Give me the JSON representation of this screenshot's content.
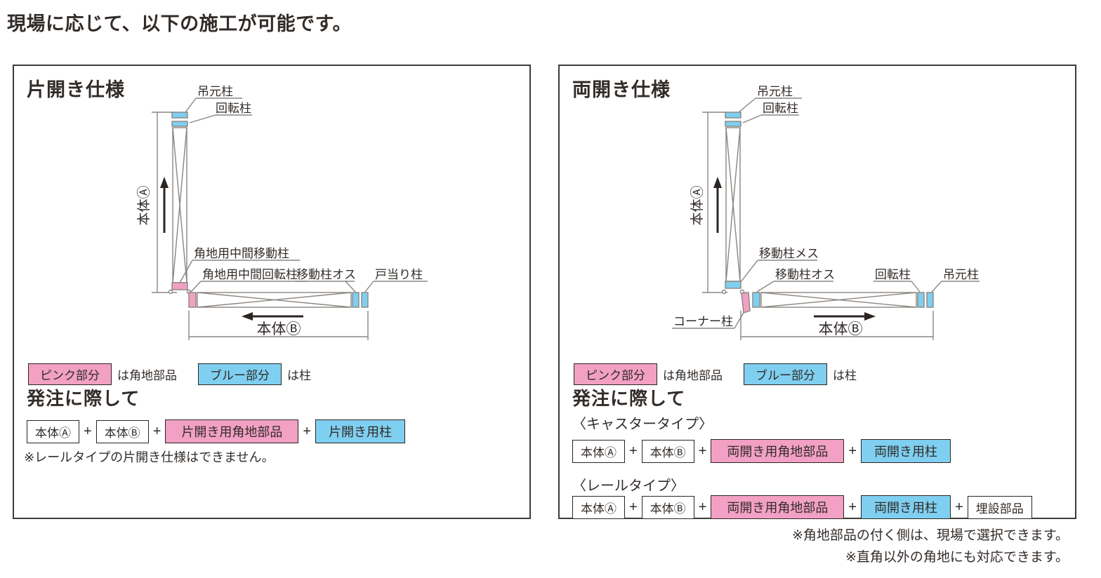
{
  "title": "現場に応じて、以下の施工が可能です。",
  "shared": {
    "plus": "+",
    "order_heading": "発注に際して",
    "legend": {
      "pink_label": "ピンク部分",
      "pink_desc": "は角地部品",
      "blue_label": "ブルー部分",
      "blue_desc": "は柱"
    }
  },
  "colors": {
    "pink": "#F2A0C4",
    "blue": "#7FCFF0",
    "diagram_line": "#8B8580",
    "text": "#322C29"
  },
  "left_panel": {
    "title": "片開き仕様",
    "labels": {
      "tsurimoto_bashira": "吊元柱",
      "kaiten_bashira": "回転柱",
      "hontai_a": "本体Ⓐ",
      "kakuchi_chukan_ido_bashira": "角地用中間移動柱",
      "kakuchi_chukan_kaiten_bashira": "角地用中間回転柱",
      "ido_bashira_osu": "移動柱オス",
      "toatari_bashira": "戸当り柱",
      "hontai_b": "本体Ⓑ"
    },
    "order": {
      "items": [
        {
          "label": "本体Ⓐ",
          "type": "plain"
        },
        {
          "label": "本体Ⓑ",
          "type": "plain"
        },
        {
          "label": "片開き用角地部品",
          "type": "pink"
        },
        {
          "label": "片開き用柱",
          "type": "blue"
        }
      ],
      "note": "※レールタイプの片開き仕様はできません。"
    }
  },
  "right_panel": {
    "title": "両開き仕様",
    "labels": {
      "tsurimoto_bashira_top": "吊元柱",
      "kaiten_bashira_top": "回転柱",
      "hontai_a": "本体Ⓐ",
      "ido_bashira_mesu": "移動柱メス",
      "ido_bashira_osu": "移動柱オス",
      "kaiten_bashira_right": "回転柱",
      "tsurimoto_bashira_right": "吊元柱",
      "corner_bashira": "コーナー柱",
      "hontai_b": "本体Ⓑ"
    },
    "order": {
      "caster_heading": "〈キャスタータイプ〉",
      "caster_items": [
        {
          "label": "本体Ⓐ",
          "type": "plain"
        },
        {
          "label": "本体Ⓑ",
          "type": "plain"
        },
        {
          "label": "両開き用角地部品",
          "type": "pink"
        },
        {
          "label": "両開き用柱",
          "type": "blue"
        }
      ],
      "rail_heading": "〈レールタイプ〉",
      "rail_items": [
        {
          "label": "本体Ⓐ",
          "type": "plain"
        },
        {
          "label": "本体Ⓑ",
          "type": "plain"
        },
        {
          "label": "両開き用角地部品",
          "type": "pink"
        },
        {
          "label": "両開き用柱",
          "type": "blue"
        },
        {
          "label": "埋設部品",
          "type": "plain"
        }
      ]
    }
  },
  "footnotes": {
    "line1": "※角地部品の付く側は、現場で選択できます。",
    "line2": "※直角以外の角地にも対応できます。"
  }
}
